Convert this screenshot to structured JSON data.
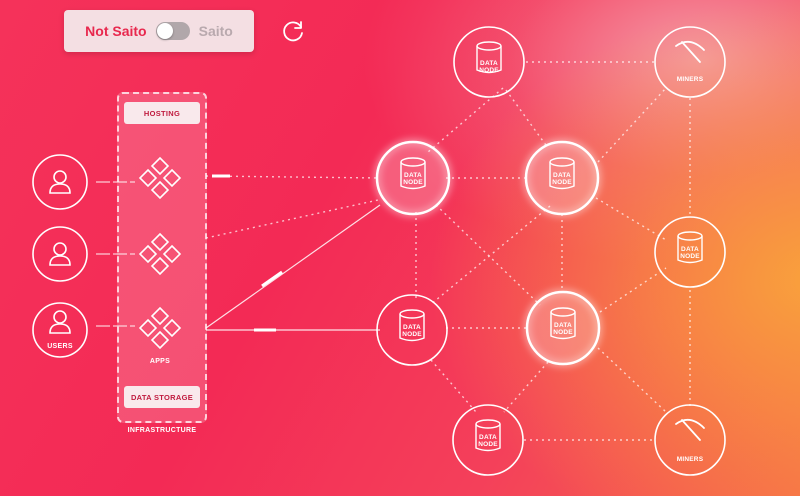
{
  "toggle": {
    "left_label": "Not Saito",
    "right_label": "Saito"
  },
  "infrastructure": {
    "top_label": "HOSTING",
    "bottom_label": "DATA STORAGE",
    "caption": "INFRASTRUCTURE"
  },
  "labels": {
    "users": "USERS",
    "apps": "APPS",
    "data_node_line1": "DATA",
    "data_node_line2": "NODE",
    "miners": "MINERS"
  },
  "colors": {
    "accent": "#e8284e",
    "muted": "#b9a9ae",
    "line": "#ffffff"
  },
  "icons": {
    "user": "user-icon",
    "app": "app-diamond-icon",
    "database": "database-icon",
    "pickaxe": "pickaxe-icon",
    "reload": "reload-icon"
  }
}
